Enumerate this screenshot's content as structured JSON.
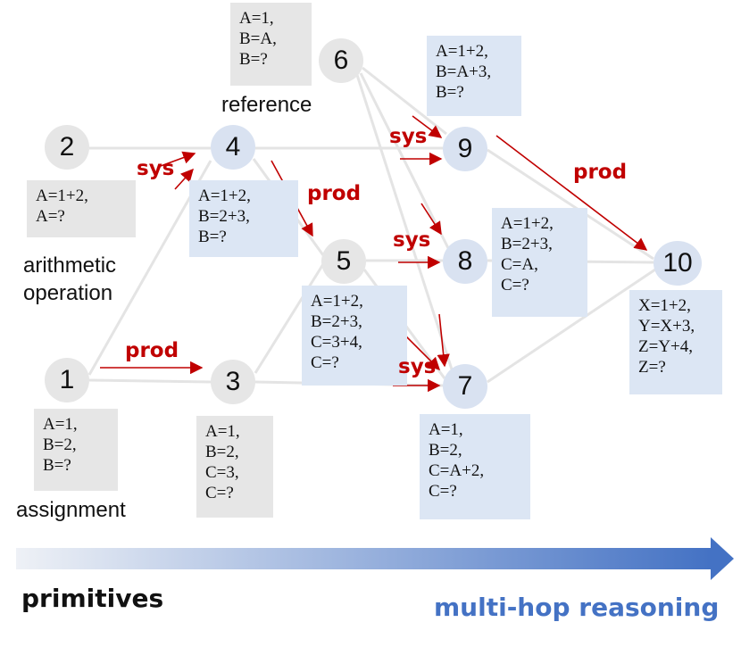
{
  "nodes": {
    "n1": "1",
    "n2": "2",
    "n3": "3",
    "n4": "4",
    "n5": "5",
    "n6": "6",
    "n7": "7",
    "n8": "8",
    "n9": "9",
    "n10": "10"
  },
  "boxes": {
    "b1": [
      "A=1,",
      "B=2,",
      "B=?"
    ],
    "b2": [
      "A=1+2,",
      "A=?"
    ],
    "b3": [
      "A=1,",
      "B=2,",
      "C=3,",
      "C=?"
    ],
    "b4": [
      "A=1+2,",
      "B=2+3,",
      "B=?"
    ],
    "b5": [
      "A=1+2,",
      "B=2+3,",
      "C=3+4,",
      "C=?"
    ],
    "b6": [
      "A=1,",
      "B=A,",
      "B=?"
    ],
    "b7": [
      "A=1,",
      "B=2,",
      "C=A+2,",
      "C=?"
    ],
    "b8": [
      "A=1+2,",
      "B=2+3,",
      "C=A,",
      "C=?"
    ],
    "b9": [
      "A=1+2,",
      "B=A+3,",
      "B=?"
    ],
    "b10": [
      "X=1+2,",
      "Y=X+3,",
      "Z=Y+4,",
      "Z=?"
    ]
  },
  "labels": {
    "reference": "reference",
    "arithmetic_1": "arithmetic",
    "arithmetic_2": "operation",
    "assignment": "assignment"
  },
  "edge_labels": {
    "sys_4": "sys",
    "prod_5": "prod",
    "prod_3": "prod",
    "sys_9": "sys",
    "sys_8": "sys",
    "sys_7": "sys",
    "prod_10": "prod"
  },
  "footer": {
    "left": "primitives",
    "right": "multi-hop reasoning"
  },
  "colors": {
    "edge_gray": "#e4e4e4",
    "edge_red": "#c00000",
    "node_gray": "#e6e6e6",
    "node_blue": "#d9e2f1",
    "right_text": "#4472c4"
  }
}
